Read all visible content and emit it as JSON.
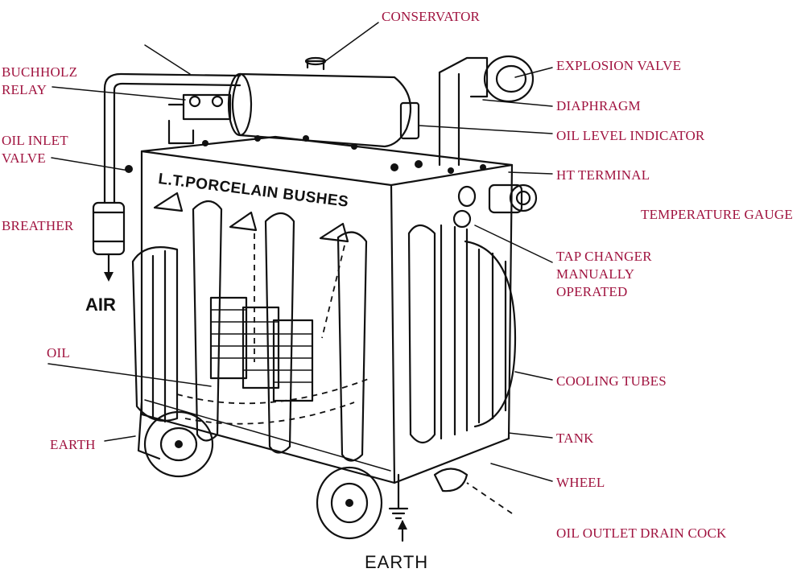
{
  "colors": {
    "label": "#a0133f",
    "ink": "#111111",
    "background": "#ffffff"
  },
  "labels": {
    "conservator": "CONSERVATOR",
    "buchholz_relay": [
      "BUCHHOLZ",
      "RELAY"
    ],
    "explosion_valve": "EXPLOSION VALVE",
    "diaphragm": "DIAPHRAGM",
    "oil_level_indicator": "OIL LEVEL INDICATOR",
    "oil_inlet_valve": [
      "OIL INLET",
      "VALVE"
    ],
    "ht_terminal": "HT TERMINAL",
    "temperature_gauge": "TEMPERATURE GAUGE",
    "breather": "BREATHER",
    "tap_changer": [
      "TAP CHANGER",
      "MANUALLY",
      "OPERATED"
    ],
    "oil": "OIL",
    "cooling_tubes": "COOLING TUBES",
    "earth_left": "EARTH",
    "tank": "TANK",
    "wheel": "WHEEL",
    "oil_outlet_drain_cock": "OIL OUTLET DRAIN COCK"
  },
  "drawing_text": {
    "lt_bushes": "L.T.PORCELAIN BUSHES",
    "air": "AIR",
    "earth_bottom": "EARTH"
  }
}
